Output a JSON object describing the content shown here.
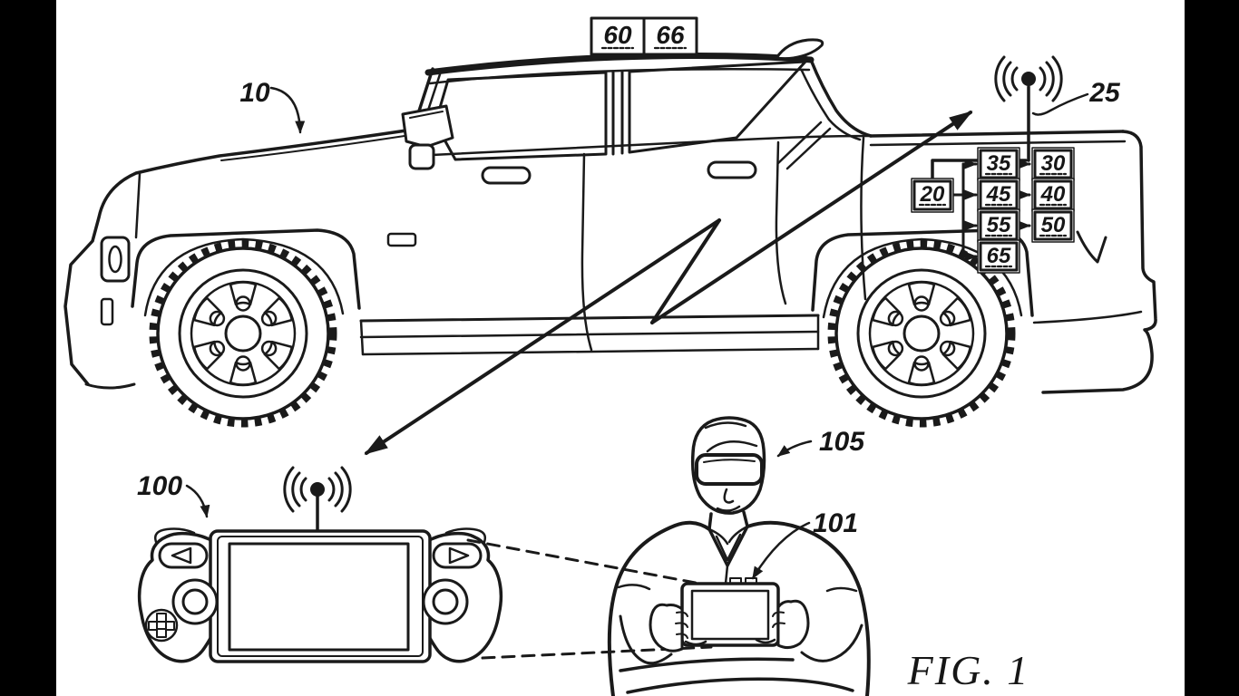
{
  "figure": {
    "caption": "FIG. 1",
    "background": "#ffffff",
    "line_color": "#1a1a1a",
    "letterbox_color": "#000000"
  },
  "vehicle": {
    "ref_label": "10",
    "antenna_ref": "25",
    "roof_modules": [
      "60",
      "66"
    ]
  },
  "component_flow": {
    "source": "20",
    "branches": [
      "35",
      "45",
      "55",
      "65"
    ],
    "outputs": [
      "30",
      "40",
      "50"
    ]
  },
  "remote_controller": {
    "ref_label": "100"
  },
  "operator": {
    "headset_ref": "105",
    "handheld_ref": "101"
  },
  "icons": {
    "vehicle_antenna": "radio-waves",
    "controller_antenna": "radio-waves"
  }
}
